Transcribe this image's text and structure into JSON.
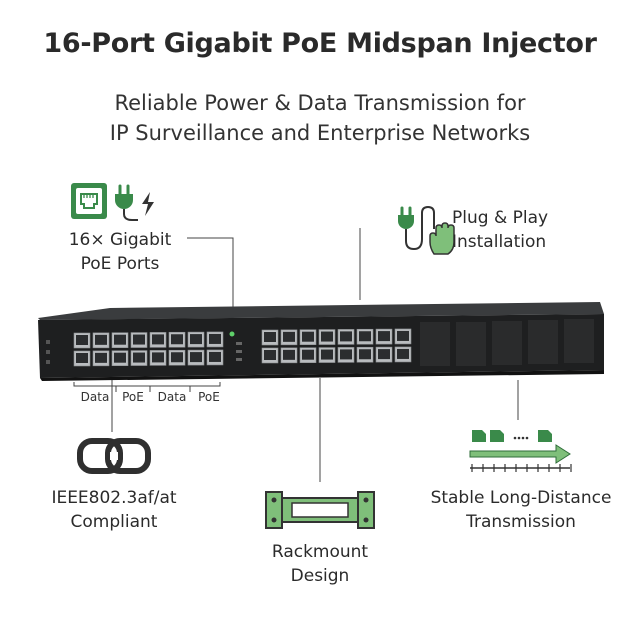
{
  "title": "16-Port Gigabit PoE Midspan Injector",
  "subtitle": {
    "line1": "Reliable Power & Data Transmission for",
    "line2": "IP Surveillance and Enterprise Networks"
  },
  "features": {
    "ports": {
      "line1": "16× Gigabit",
      "line2": "PoE Ports"
    },
    "plug_play": {
      "line1": "Plug & Play",
      "line2": "Installation"
    },
    "ieee": {
      "line1": "IEEE802.3af/at",
      "line2": "Compliant"
    },
    "rackmount": {
      "line1": "Rackmount",
      "line2": "Design"
    },
    "stable": {
      "line1": "Stable Long-Distance",
      "line2": "Transmission"
    }
  },
  "port_labels": {
    "data": "Data",
    "poe": "PoE"
  },
  "colors": {
    "accent_green": "#3a8a4a",
    "light_green": "#7fbf7a",
    "device_body": "#1e1f20"
  },
  "icons": {
    "ports": [
      "ethernet-port-icon",
      "power-plug-icon"
    ],
    "plug_play": "plug-hand-icon",
    "ieee": "chain-link-icon",
    "rackmount": "rack-bracket-icon",
    "stable": "packet-transmission-icon"
  }
}
